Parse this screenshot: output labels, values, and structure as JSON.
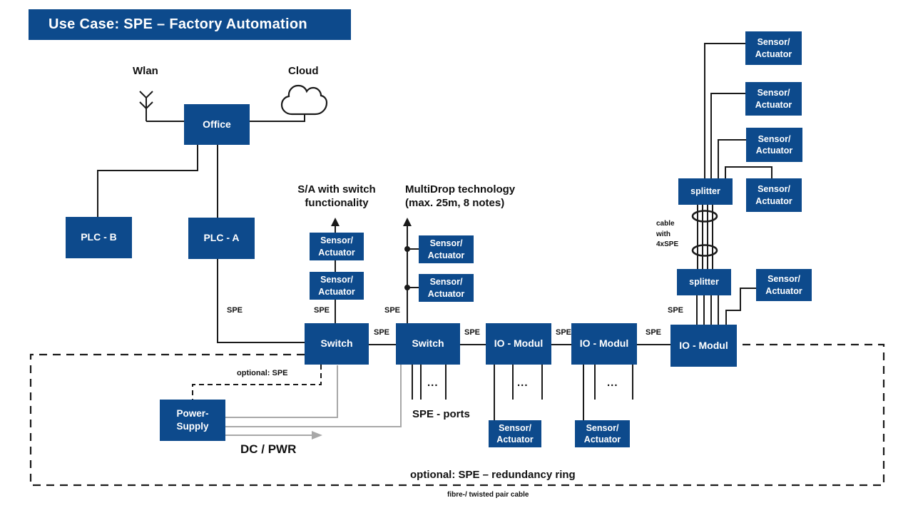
{
  "title": "Use Case: SPE – Factory Automation",
  "colors": {
    "box_blue": "#0d4a8c",
    "line_black": "#1a1a1a",
    "line_gray": "#a8a8a8",
    "text_white": "#ffffff",
    "background": "#ffffff"
  },
  "nodes": {
    "office": "Office",
    "plc_b": "PLC - B",
    "plc_a": "PLC - A",
    "switch": "Switch",
    "io_modul": "IO - Modul",
    "sensor_actuator": "Sensor/\nActuator",
    "splitter": "splitter",
    "power_supply": "Power-\nSupply"
  },
  "labels": {
    "wlan": "Wlan",
    "cloud": "Cloud",
    "sa_switch_note": "S/A with switch\nfunctionality",
    "multidrop_note": "MultiDrop technology\n(max. 25m, 8 notes)",
    "spe": "SPE",
    "optional_spe": "optional: SPE",
    "spe_ports": "SPE - ports",
    "dc_pwr": "DC / PWR",
    "cable_4xspe": "cable\nwith\n4xSPE",
    "redundancy_ring": "optional: SPE – redundancy ring",
    "fibre_cable": "fibre-/ twisted pair cable",
    "ellipsis": "..."
  },
  "icons": [
    "wlan-antenna-icon",
    "cloud-icon",
    "cable-ring-icon",
    "up-arrow-icon",
    "dc-pwr-arrow-icon",
    "multidrop-tap-dot-icon"
  ]
}
